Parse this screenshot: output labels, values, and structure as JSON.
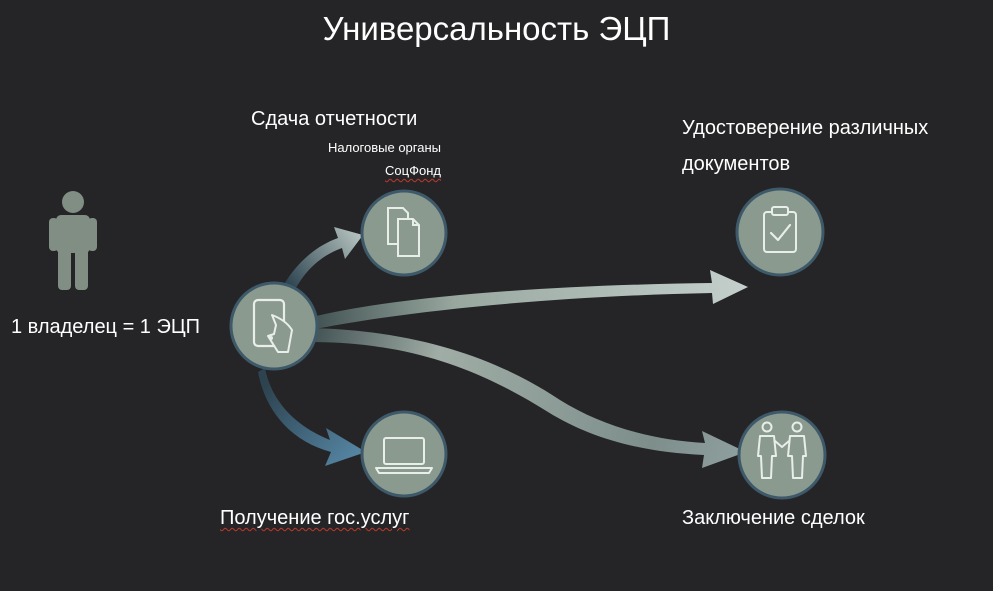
{
  "title": "Универсальность ЭЦП",
  "owner_label": "1 владелец = 1 ЭЦП",
  "reporting": {
    "title": "Сдача отчетности",
    "sub_tax": "Налоговые органы",
    "sub_social": "СоцФонд"
  },
  "documents": {
    "line1": "Удостоверение различных",
    "line2": "документов"
  },
  "gov_services": "Получение гос.услуг",
  "deals": "Заключение сделок",
  "icons": {
    "person": "person-icon",
    "tablet": "tablet-touch-icon",
    "docs": "documents-icon",
    "clipboard": "clipboard-check-icon",
    "laptop": "laptop-icon",
    "handshake": "handshake-icon"
  },
  "colors": {
    "background": "#252527",
    "circle_fill": "#8a9a8e",
    "circle_ring": "#46606f",
    "arrow_light": "#b8c6c3",
    "arrow_blue": "#4f7d9a"
  }
}
